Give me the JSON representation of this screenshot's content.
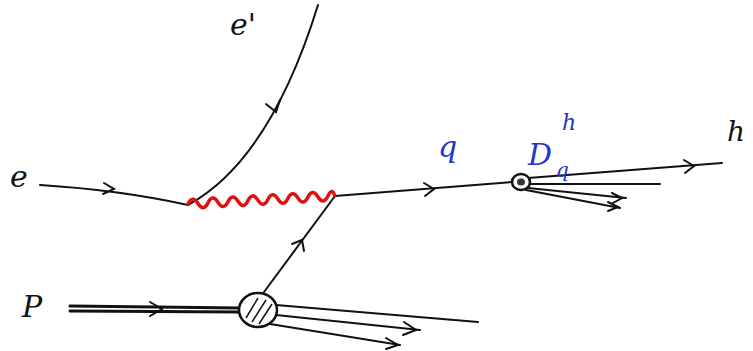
{
  "diagram": {
    "labels": [
      "e'",
      "h",
      "D",
      "q",
      "h",
      "e",
      "q",
      "P"
    ]
  }
}
